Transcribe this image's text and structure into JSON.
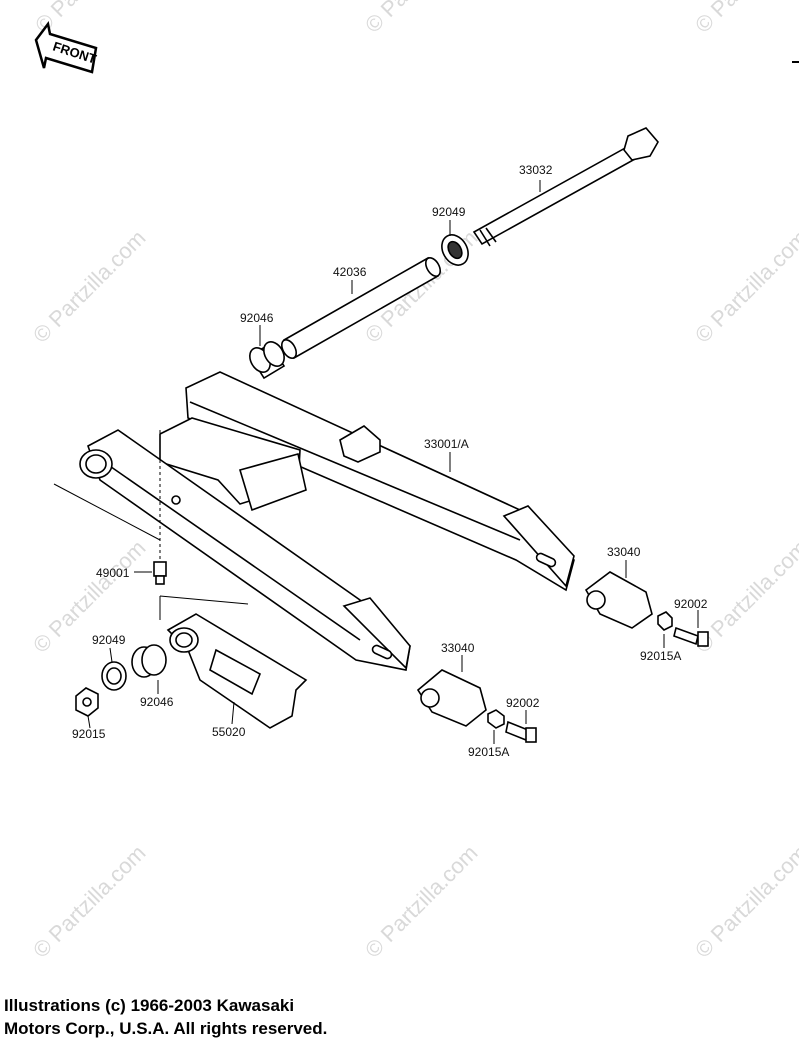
{
  "diagram": {
    "front_label": "FRONT",
    "watermark": "© Partzilla.com",
    "copyright": [
      "Illustrations (c) 1966-2003 Kawasaki",
      "Motors Corp., U.S.A.  All rights reserved."
    ],
    "parts": {
      "p33032": "33032",
      "p92049_top": "92049",
      "p42036": "42036",
      "p92046_top": "92046",
      "p33001A": "33001/A",
      "p49001": "49001",
      "p33040_right": "33040",
      "p92002_right": "92002",
      "p92015A_right": "92015A",
      "p92049_left": "92049",
      "p92046_left": "92046",
      "p33040_mid": "33040",
      "p92002_mid": "92002",
      "p92015A_mid": "92015A",
      "p92015": "92015",
      "p55020": "55020"
    }
  }
}
